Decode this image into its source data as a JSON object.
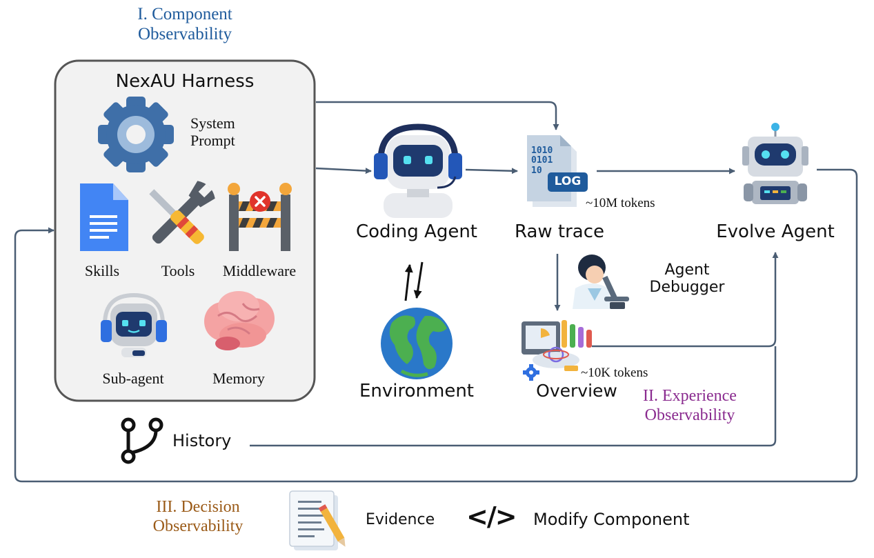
{
  "sections": {
    "component_observability": "I. Component\nObservability",
    "experience_observability": "II. Experience\nObservability",
    "decision_observability": "III. Decision\nObservability"
  },
  "harness": {
    "title": "NexAU Harness",
    "system_prompt": "System\nPrompt",
    "skills": "Skills",
    "tools": "Tools",
    "middleware": "Middleware",
    "sub_agent": "Sub-agent",
    "memory": "Memory"
  },
  "nodes": {
    "coding_agent": "Coding Agent",
    "environment": "Environment",
    "raw_trace": "Raw trace",
    "raw_trace_tokens": "~10M tokens",
    "log_badge": "LOG",
    "log_bits": "1010\n0101\n10",
    "agent_debugger": "Agent\nDebugger",
    "overview": "Overview",
    "overview_tokens": "~10K tokens",
    "evolve_agent": "Evolve Agent",
    "history": "History"
  },
  "legend": {
    "evidence": "Evidence",
    "modify_component": "Modify Component",
    "code_glyph": "</>"
  },
  "colors": {
    "arrow": "#4a5d73",
    "harness_fill": "#f2f2f2",
    "harness_border": "#555555",
    "component_blue": "#1f5b9c",
    "experience_purple": "#8a2b8f",
    "decision_brown": "#9a5a17"
  }
}
